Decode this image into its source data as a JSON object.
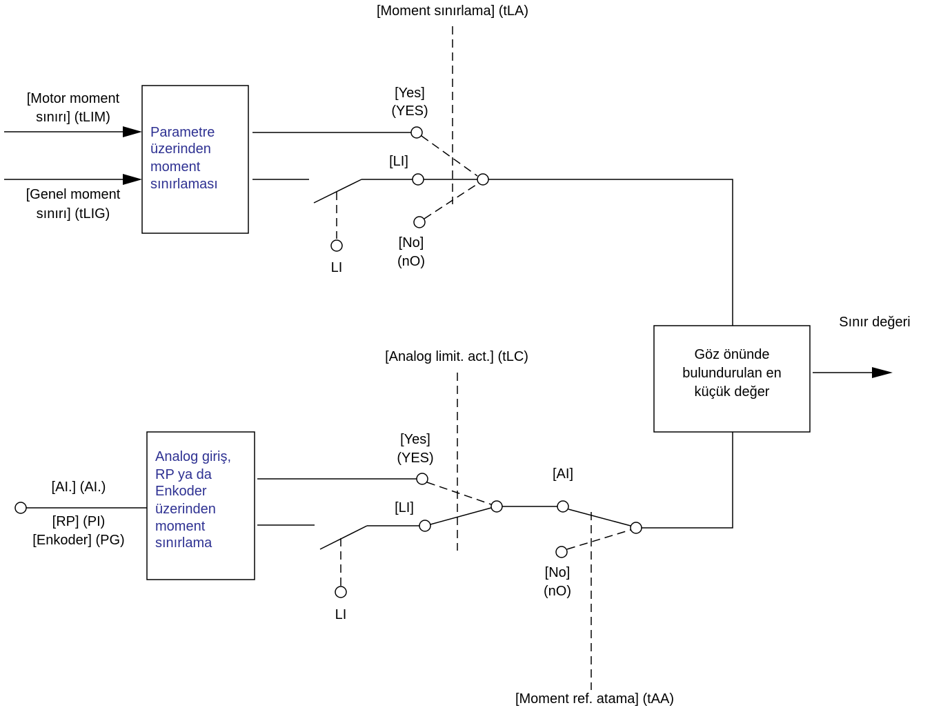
{
  "colors": {
    "lines": "#000000",
    "text": "#000000",
    "block_text": "#2e3192"
  },
  "top": {
    "selector_title": "[Moment sınırlama] (tLA)",
    "input1": [
      "[Motor moment",
      "sınırı] (tLIM)"
    ],
    "input2": [
      "[Genel moment",
      "sınırı] (tLIG)"
    ],
    "block": [
      "Parametre",
      "üzerinden",
      "moment",
      "sınırlaması"
    ],
    "opt_yes": [
      "[Yes]",
      "(YES)"
    ],
    "opt_li": "[LI]",
    "opt_no": [
      "[No]",
      "(nO)"
    ],
    "li_input": "LI"
  },
  "bottom": {
    "selector_title": "[Analog limit. act.] (tLC)",
    "input_ai": "[AI.] (AI.)",
    "input_rp": "[RP] (PI)",
    "input_enc": "[Enkoder] (PG)",
    "block": [
      "Analog giriş,",
      "RP ya da",
      "Enkoder",
      "üzerinden",
      "moment",
      "sınırlama"
    ],
    "opt_yes": [
      "[Yes]",
      "(YES)"
    ],
    "opt_li": "[LI]",
    "li_input": "LI",
    "opt_ai": "[AI]",
    "opt_no": [
      "[No]",
      "(nO)"
    ],
    "assign_title": "[Moment ref. atama] (tAA)"
  },
  "min_block": [
    "Göz önünde",
    "bulundurulan en",
    "küçük değer"
  ],
  "output_label": "Sınır değeri"
}
